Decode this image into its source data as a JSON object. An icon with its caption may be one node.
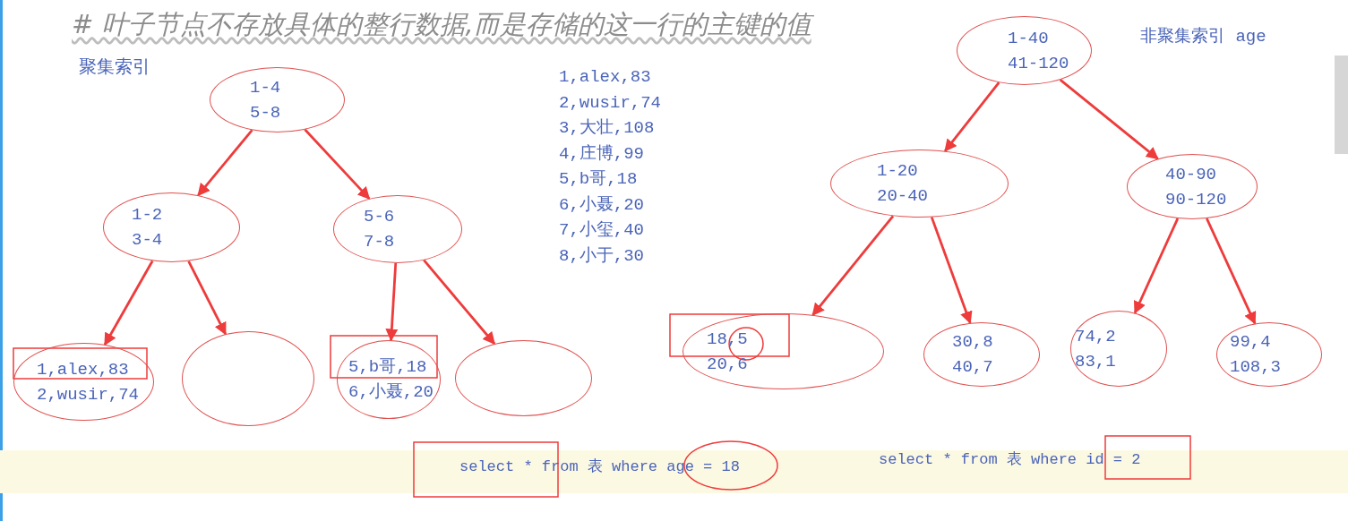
{
  "diagram": {
    "title": "# 叶子节点不存放具体的整行数据,而是存储的这一行的主键的值",
    "nodes": [
      {
        "text": [
          "1-4",
          "5-8"
        ]
      },
      {
        "text": [
          "1-2",
          "3-4"
        ]
      },
      {
        "text": [
          "5-6",
          "7-8"
        ]
      },
      {
        "text": [
          "1,alex,83",
          "2,wusir,74"
        ]
      },
      {
        "text": [],
        "shape": "ellipse"
      },
      {
        "text": [
          "5,b哥,18",
          "6,小聂,20"
        ]
      },
      {
        "text": [],
        "shape": "ellipse"
      },
      {
        "text": [
          "1-40",
          "41-120"
        ]
      },
      {
        "text": [
          "1-20",
          "20-40"
        ]
      },
      {
        "text": [
          "40-90",
          "90-120"
        ]
      },
      {
        "text": [
          "18,5",
          "20,6"
        ]
      },
      {
        "text": [
          "30,8",
          "40,7"
        ]
      },
      {
        "text": [
          "74,2",
          "83,1"
        ]
      },
      {
        "text": [
          "99,4",
          "108,3"
        ]
      }
    ],
    "edges": [
      {
        "from": 0,
        "to": 1,
        "arrow": "to"
      },
      {
        "from": 0,
        "to": 2,
        "arrow": "to"
      },
      {
        "from": 1,
        "to": 3,
        "arrow": "to"
      },
      {
        "from": 1,
        "to": 4,
        "arrow": "to"
      },
      {
        "from": 2,
        "to": 5,
        "arrow": "to"
      },
      {
        "from": 2,
        "to": 6,
        "arrow": "to"
      },
      {
        "from": 7,
        "to": 8,
        "arrow": "to"
      },
      {
        "from": 7,
        "to": 9,
        "arrow": "to"
      },
      {
        "from": 8,
        "to": 10,
        "arrow": "to"
      },
      {
        "from": 8,
        "to": 11,
        "arrow": "to"
      },
      {
        "from": 9,
        "to": 12,
        "arrow": "to"
      },
      {
        "from": 9,
        "to": 13,
        "arrow": "to"
      }
    ],
    "labels": [
      "聚集索引",
      "1,alex,83",
      "2,wusir,74",
      "3,大壮,108",
      "4,庄博,99",
      "5,b哥,18",
      "6,小聂,20",
      "7,小玺,40",
      "8,小于,30",
      "非聚集索引 age",
      "select * from 表 where age = 18",
      "select * from 表 where id = 2"
    ]
  }
}
